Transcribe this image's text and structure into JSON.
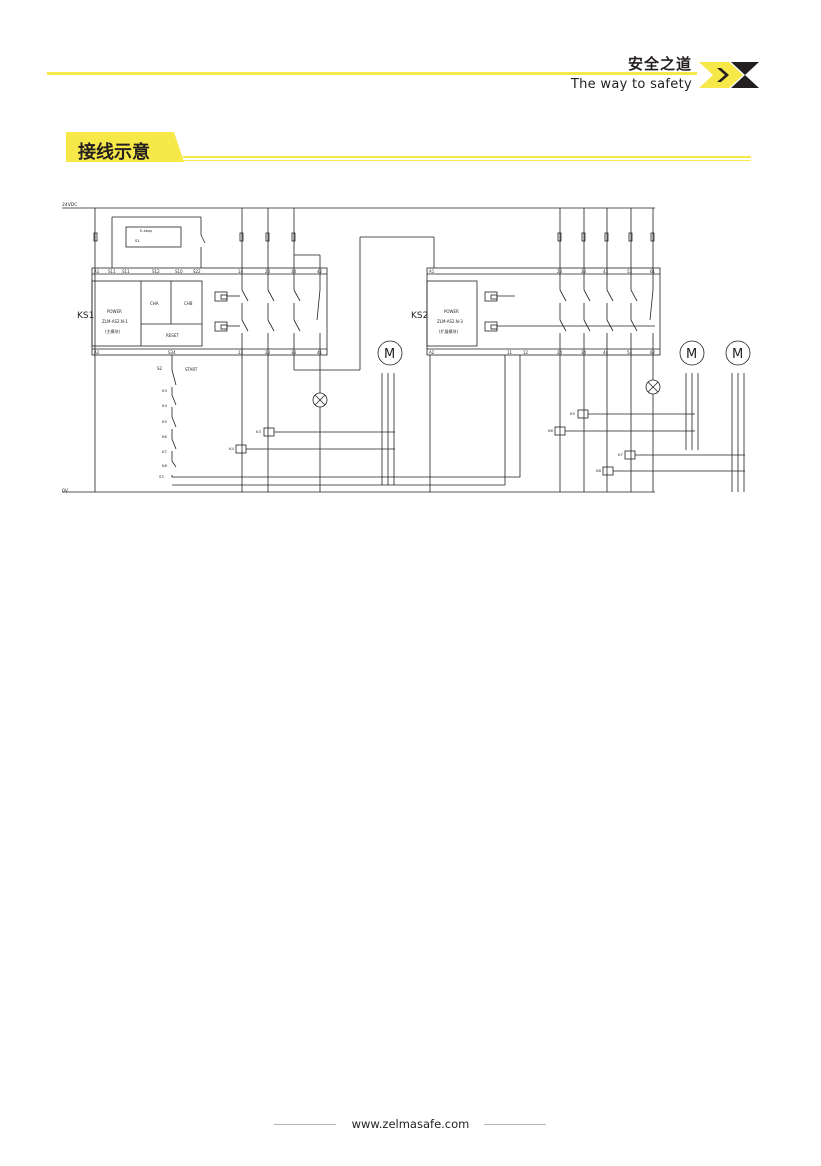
{
  "header": {
    "brand_cn": "安全之道",
    "brand_en": "The way to safety",
    "accent_color": "#f7e84a",
    "logo_color": "#231f20"
  },
  "section": {
    "title": "接线示意"
  },
  "diagram": {
    "supply_label": "24VDC",
    "ground_label": "0V",
    "ks1": {
      "name": "KS1",
      "power": "POWER",
      "model": "ZLM-AS2.N-1",
      "sub": "(主模块)",
      "cha": "CHA",
      "chb": "CHB",
      "reset": "RESET",
      "estop": "E-stop",
      "start": "START",
      "top_terms": [
        "A1",
        "S11",
        "S11",
        "S12",
        "S10",
        "S22",
        "14",
        "24",
        "34",
        "42"
      ],
      "bottom_terms": [
        "A2",
        "S34",
        "13",
        "23",
        "33",
        "41"
      ]
    },
    "ks2": {
      "name": "KS2",
      "power": "POWER",
      "model": "ZLM-AS2.N-3",
      "sub": "(扩展模块)",
      "top_terms": [
        "A1",
        "23",
        "33",
        "43",
        "53",
        "61"
      ],
      "bottom_terms": [
        "A2",
        "11",
        "12",
        "24",
        "34",
        "44",
        "54",
        "62"
      ]
    },
    "switch_labels": [
      "S1",
      "S2",
      "K3",
      "K4",
      "K5",
      "K6",
      "K7",
      "K8",
      "S3",
      "K3",
      "K4",
      "K5",
      "K6",
      "K7",
      "K8"
    ],
    "motor_label": "M"
  },
  "footer": {
    "website": "www.zelmasafe.com"
  }
}
